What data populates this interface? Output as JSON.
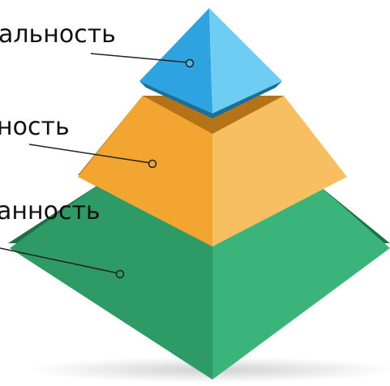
{
  "diagram": {
    "type": "pyramid",
    "levels": [
      {
        "text": "альность",
        "color": "#4ab8ea"
      },
      {
        "text": "ность",
        "color": "#f3a531"
      },
      {
        "text": "анность",
        "color": "#2f9e6a"
      }
    ]
  }
}
